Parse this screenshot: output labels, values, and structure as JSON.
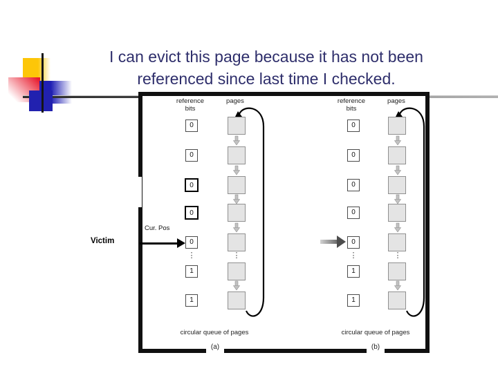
{
  "slide": {
    "title": {
      "line1": "I can evict this page because it has not been",
      "line2": "referenced since last time I checked.",
      "color": "#2e2e6b"
    }
  },
  "figure": {
    "ellipsis": "⋮",
    "panel_a": {
      "ref_line1": "reference",
      "ref_line2": "bits",
      "pages_label": "pages",
      "bits": [
        "0",
        "0",
        "0",
        "0",
        "0",
        "1",
        "1"
      ],
      "caption": "circular queue of pages",
      "tag": "(a)"
    },
    "panel_b": {
      "ref_line1": "reference",
      "ref_line2": "bits",
      "pages_label": "pages",
      "bits": [
        "0",
        "0",
        "0",
        "0",
        "0",
        "1",
        "1"
      ],
      "caption": "circular queue of pages",
      "tag": "(b)"
    },
    "annotations": {
      "cur_pos": "Cur. Pos",
      "victim": "Victim"
    }
  },
  "palette": {
    "title_text": "#2e2e6b",
    "accent_yellow": "#fdc608",
    "accent_red": "#e8192c",
    "accent_blue": "#1f1fb4",
    "frame_border": "#101010",
    "page_square_fill": "#e4e4e4"
  }
}
